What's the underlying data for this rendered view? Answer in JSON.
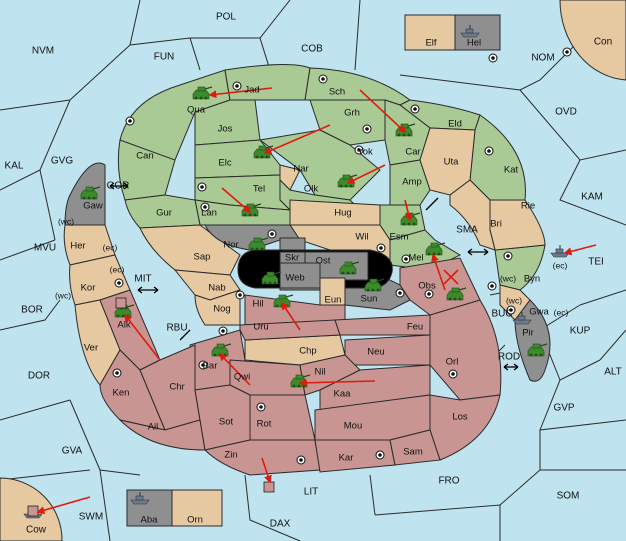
{
  "colors": {
    "sea": "#bfe3ef",
    "green": "#a9c995",
    "tan": "#e6c9a0",
    "red": "#c99593",
    "gray": "#8f8f8f",
    "black": "#000000",
    "arrow": "#e01b0e",
    "unit": "#3d8a2d"
  },
  "seas": {
    "pol": "POL",
    "cob": "COB",
    "fun": "FUN",
    "nvm": "NVM",
    "nom": "NOM",
    "con": "Con",
    "ovd": "OVD",
    "kam": "KAM",
    "tei": "TEI",
    "kal": "KAL",
    "gvg": "GVG",
    "gor": "GOR",
    "mvu": "MVU",
    "mit": "MIT",
    "bor": "BOR",
    "rbu": "RBU",
    "dor": "DOR",
    "gva": "GVA",
    "swm": "SWM",
    "cow": "Cow",
    "lit": "LIT",
    "dax": "DAX",
    "fro": "FRO",
    "som": "SOM",
    "gvp": "GVP",
    "alt": "ALT",
    "kup": "KUP",
    "rod": "ROD",
    "buc": "BUC",
    "sma": "SMA"
  },
  "islands": {
    "elf": "Elf",
    "hel": "Hel",
    "aba": "Aba",
    "orn": "Orn"
  },
  "green_land": {
    "jad": "Jad",
    "sch": "Sch",
    "qua": "Qua",
    "jos": "Jos",
    "grh": "Grh",
    "eld": "Eld",
    "can": "Can",
    "car": "Car",
    "yok": "Yok",
    "elc": "Elc",
    "nar": "Nar",
    "olk": "Olk",
    "tel": "Tel",
    "lan": "Lan",
    "gur": "Gur",
    "amp": "Amp",
    "esm": "Esm",
    "mel": "Mel",
    "kat": "Kat",
    "byn": "Byn"
  },
  "tan_land": {
    "uta": "Uta",
    "rie": "Rie",
    "bri": "Bri",
    "hug": "Hug",
    "wil": "Wil",
    "sap": "Sap",
    "nab": "Nab",
    "nog": "Nog",
    "her": "Her",
    "kor": "Kor",
    "ver": "Ver",
    "gaw": "Gaw",
    "chp": "Chp",
    "eun": "Eun",
    "gwa": "Gwa"
  },
  "red_land": {
    "obs": "Obs",
    "hil": "Hil",
    "uru": "Uru",
    "feu": "Feu",
    "neu": "Neu",
    "orl": "Orl",
    "bar": "Bar",
    "qwi": "Qwi",
    "nil": "Nil",
    "kaa": "Kaa",
    "ken": "Ken",
    "chr": "Chr",
    "ail": "Ail",
    "sot": "Sot",
    "rot": "Rot",
    "mou": "Mou",
    "los": "Los",
    "zin": "Zin",
    "kar": "Kar",
    "sam": "Sam",
    "alk": "Alk"
  },
  "gray_land": {
    "nor": "Nor",
    "skr": "Skr",
    "ost": "Ost",
    "web": "Web",
    "sun": "Sun",
    "pir": "Pir"
  },
  "coasts": {
    "wc_her": "(wc)",
    "ec_her": "(ec)",
    "ec_kor": "(ec)",
    "wc_kor": "(wc)",
    "wc_byn": "(wc)",
    "ec_byn": "(ec)",
    "wc_gwa": "(wc)",
    "ec_gwa": "(ec)"
  }
}
